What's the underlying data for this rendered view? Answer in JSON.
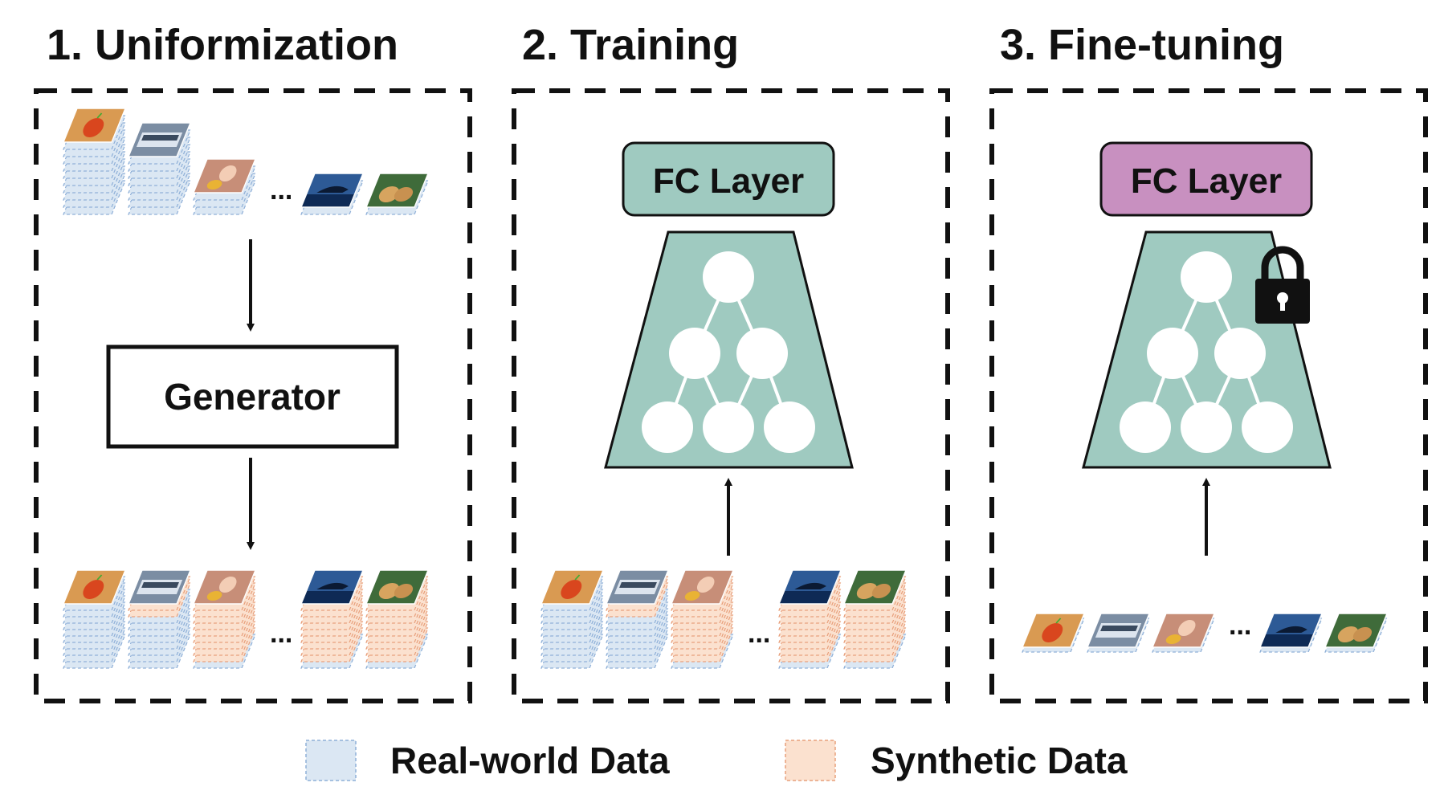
{
  "panels": [
    {
      "title": "1. Uniformization",
      "generator_label": "Generator"
    },
    {
      "title": "2. Training",
      "fc_label": "FC Layer",
      "fc_color": "#9fcac0",
      "network_color": "#9fcac0"
    },
    {
      "title": "3. Fine-tuning",
      "fc_label": "FC Layer",
      "fc_color": "#c890c0",
      "network_color": "#9fcac0",
      "locked": true,
      "lock_icon": "lock-icon"
    }
  ],
  "ellipsis": "...",
  "legend": [
    {
      "label": "Real-world Data",
      "fill": "#dbe7f3",
      "stroke": "#8fb0d8"
    },
    {
      "label": "Synthetic Data",
      "fill": "#fbe1cf",
      "stroke": "#e8a07c"
    }
  ],
  "thumbnails": [
    "apple",
    "bus",
    "baby",
    "whale",
    "dog"
  ]
}
